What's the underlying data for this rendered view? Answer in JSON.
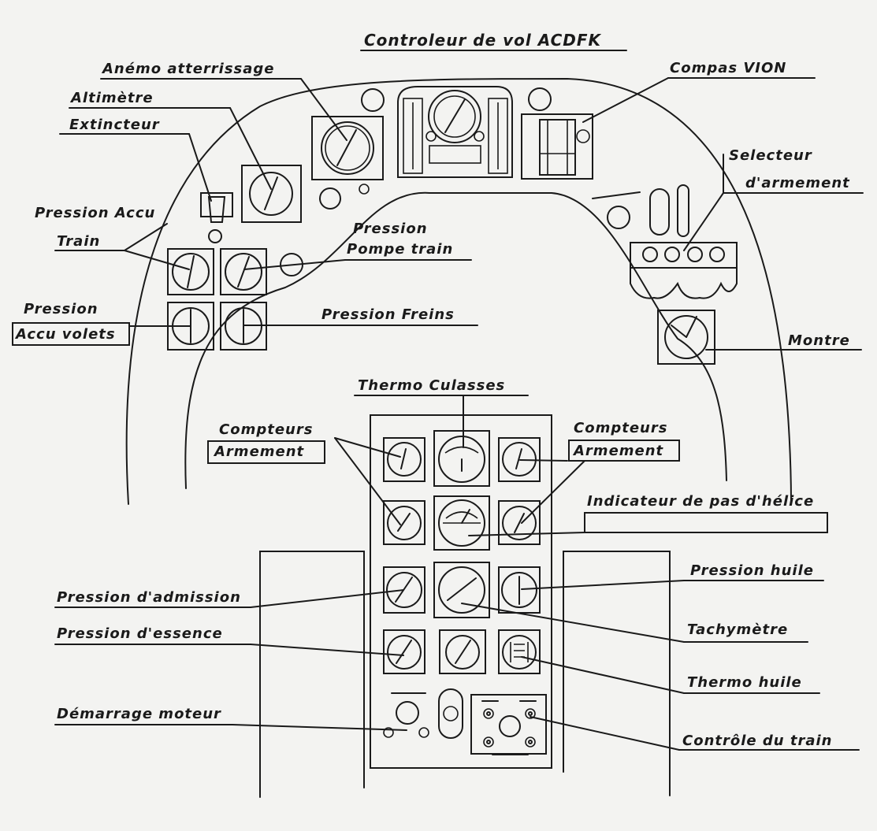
{
  "title": "Controleur de vol ACDFK",
  "labels": {
    "anemo": "Anémo atterrissage",
    "altimetre": "Altimètre",
    "extincteur": "Extincteur",
    "pression_accu_train_1": "Pression Accu",
    "pression_accu_train_2": "Train",
    "pression_pompe_1": "Pression",
    "pression_pompe_2": "Pompe train",
    "pression_accu_volets_1": "Pression",
    "pression_accu_volets_2": "Accu volets",
    "pression_freins": "Pression Freins",
    "compas": "Compas VION",
    "selecteur_1": "Selecteur",
    "selecteur_2": "d'armement",
    "montre": "Montre",
    "thermo_culasses": "Thermo Culasses",
    "compteurs_left_1": "Compteurs",
    "compteurs_left_2": "Armement",
    "compteurs_right_1": "Compteurs",
    "compteurs_right_2": "Armement",
    "indicateur_pas": "Indicateur de pas d'hélice",
    "pression_huile": "Pression huile",
    "pression_admission": "Pression d'admission",
    "tachymetre": "Tachymètre",
    "pression_essence": "Pression d'essence",
    "thermo_huile": "Thermo huile",
    "demarrage": "Démarrage moteur",
    "controle_train": "Contrôle du train"
  }
}
